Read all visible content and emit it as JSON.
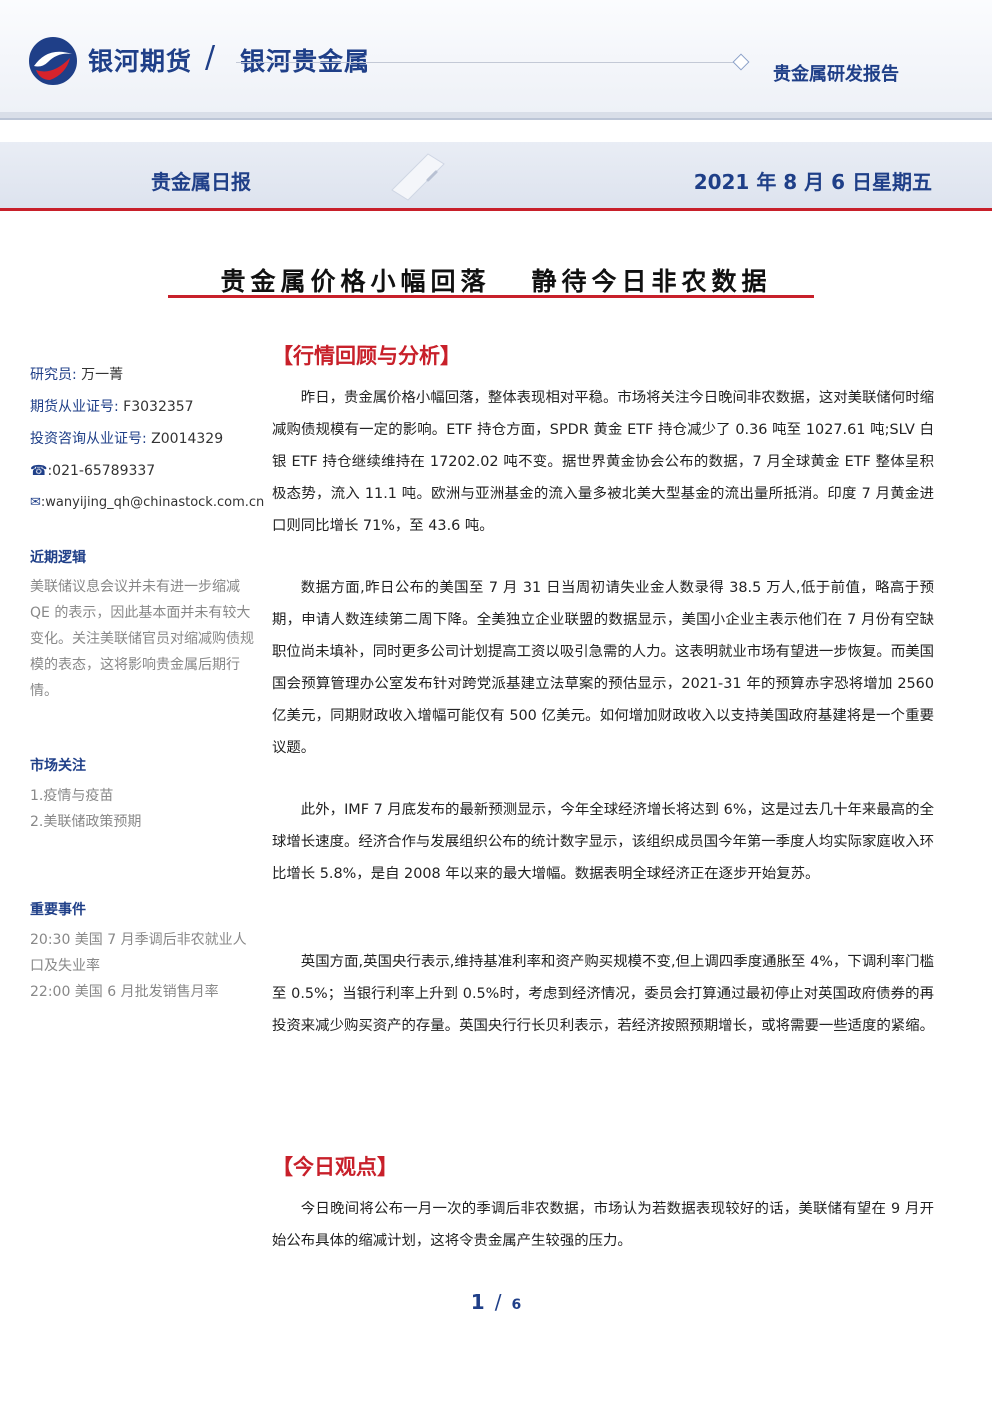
{
  "header": {
    "brand_primary": "银河期货",
    "separator": "/",
    "brand_secondary": "银河贵金属",
    "report_type": "贵金属研发报告",
    "report_name": "贵金属日报",
    "date": "2021 年 8 月 6 日星期五",
    "colors": {
      "brand_blue": "#1f3f88",
      "accent_red": "#c8202a"
    }
  },
  "title": "贵金属价格小幅回落   静待今日非农数据",
  "sidebar": {
    "researcher_label": "研究员:",
    "researcher_name": "万一菁",
    "license_label": "期货从业证号:",
    "license_value": "F3032357",
    "consult_label": "投资咨询从业证号:",
    "consult_value": "Z0014329",
    "phone_icon": "☎",
    "phone": ":021-65789337",
    "email_icon": "✉",
    "email": ":wanyijing_qh@chinastock.com.cn",
    "logic_title": "近期逻辑",
    "logic_text": "美联储议息会议并未有进一步缩减 QE 的表示，因此基本面并未有较大变化。关注美联储官员对缩减购债规模的表态，这将影响贵金属后期行情。",
    "focus_title": "市场关注",
    "focus_items": [
      "1.疫情与疫苗",
      "2.美联储政策预期"
    ],
    "events_title": "重要事件",
    "events": [
      "20:30 美国 7 月季调后非农就业人口及失业率",
      "22:00 美国 6 月批发销售月率"
    ]
  },
  "sections": {
    "review_title": "【行情回顾与分析】",
    "review_paragraphs": [
      "昨日，贵金属价格小幅回落，整体表现相对平稳。市场将关注今日晚间非农数据，这对美联储何时缩减购债规模有一定的影响。ETF 持仓方面，SPDR 黄金 ETF 持仓减少了 0.36 吨至 1027.61 吨;SLV 白银 ETF 持仓继续维持在 17202.02 吨不变。据世界黄金协会公布的数据，7 月全球黄金 ETF 整体呈积极态势，流入 11.1 吨。欧洲与亚洲基金的流入量多被北美大型基金的流出量所抵消。印度 7 月黄金进口则同比增长 71%，至 43.6 吨。",
      "数据方面,昨日公布的美国至 7 月 31 日当周初请失业金人数录得 38.5 万人,低于前值，略高于预期，申请人数连续第二周下降。全美独立企业联盟的数据显示，美国小企业主表示他们在 7 月份有空缺职位尚未填补，同时更多公司计划提高工资以吸引急需的人力。这表明就业市场有望进一步恢复。而美国国会预算管理办公室发布针对跨党派基建立法草案的预估显示，2021-31 年的预算赤字恐将增加 2560 亿美元，同期财政收入增幅可能仅有 500 亿美元。如何增加财政收入以支持美国政府基建将是一个重要议题。",
      "此外，IMF 7 月底发布的最新预测显示，今年全球经济增长将达到 6%，这是过去几十年来最高的全球增长速度。经济合作与发展组织公布的统计数字显示，该组织成员国今年第一季度人均实际家庭收入环比增长 5.8%，是自 2008 年以来的最大增幅。数据表明全球经济正在逐步开始复苏。",
      "英国方面,英国央行表示,维持基准利率和资产购买规模不变,但上调四季度通胀至 4%，下调利率门槛至 0.5%；当银行利率上升到 0.5%时，考虑到经济情况，委员会打算通过最初停止对英国政府债券的再投资来减少购买资产的存量。英国央行行长贝利表示，若经济按照预期增长，或将需要一些适度的紧缩。"
    ],
    "view_title": "【今日观点】",
    "view_paragraphs": [
      "今日晚间将公布一月一次的季调后非农数据，市场认为若数据表现较好的话，美联储有望在 9 月开始公布具体的缩减计划，这将令贵金属产生较强的压力。"
    ]
  },
  "footer": {
    "page_current": "1",
    "page_separator": "/",
    "page_total": "6"
  }
}
